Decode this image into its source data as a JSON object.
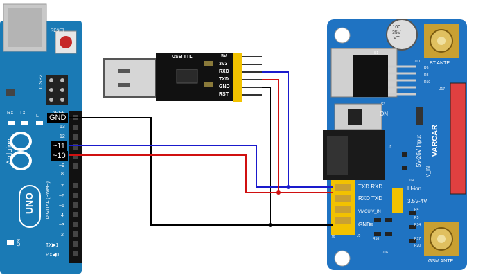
{
  "arduino": {
    "brand": "Arduino",
    "model": "UNO",
    "reset_label": "RESET",
    "icsp_label": "ICSP2",
    "rx_label": "RX",
    "tx_label": "TX",
    "l_label": "L",
    "aref_label": "AREF",
    "digital_label": "DIGITAL (PWM~)",
    "on_label": "ON",
    "pin_gnd": "GND",
    "pin_11": "~11",
    "pin_10": "~10",
    "pin_13": "13",
    "pin_12": "12",
    "pin_9": "~9",
    "pin_8": "8",
    "pin_7": "7",
    "pin_6": "~6",
    "pin_5": "~5",
    "pin_4": "4",
    "pin_3": "~3",
    "pin_2": "2",
    "pin_tx1": "TX▶1",
    "pin_rx0": "RX◀0"
  },
  "usb_ttl": {
    "title": "USB TTL",
    "pins": [
      "5V",
      "3V3",
      "RXD",
      "TXD",
      "GND",
      "RST"
    ]
  },
  "module": {
    "brand": "VARCAR",
    "label_txd_rxd": "TXD RXD",
    "label_rxd_txd": "RXD TXD",
    "label_vmcu": "VMCU V_IN",
    "label_gnd": "GND",
    "label_li_ion": "LI-ion",
    "label_voltage": "3.5V-4V",
    "label_input": "5V-26V Input",
    "label_vin": "V_IN",
    "label_on": "ON",
    "bt_ante": "BT ANTE",
    "gsm_ante": "GSM ANTE",
    "cap_label": "100\n35V\nVT",
    "ref_labels": [
      "J10",
      "R9",
      "R8",
      "R10",
      "J17",
      "S3",
      "J1",
      "J14",
      "J6",
      "J5",
      "R4",
      "R5",
      "R14",
      "R17",
      "R20",
      "R6",
      "S1",
      "J16",
      "R16"
    ]
  },
  "colors": {
    "wire_black": "#000000",
    "wire_blue": "#1a1acc",
    "wire_red": "#d01010",
    "board_blue_arduino": "#1a7ab5",
    "board_blue_module": "#1f73c2",
    "header_yellow": "#f2c200",
    "gold": "#c9a032"
  }
}
